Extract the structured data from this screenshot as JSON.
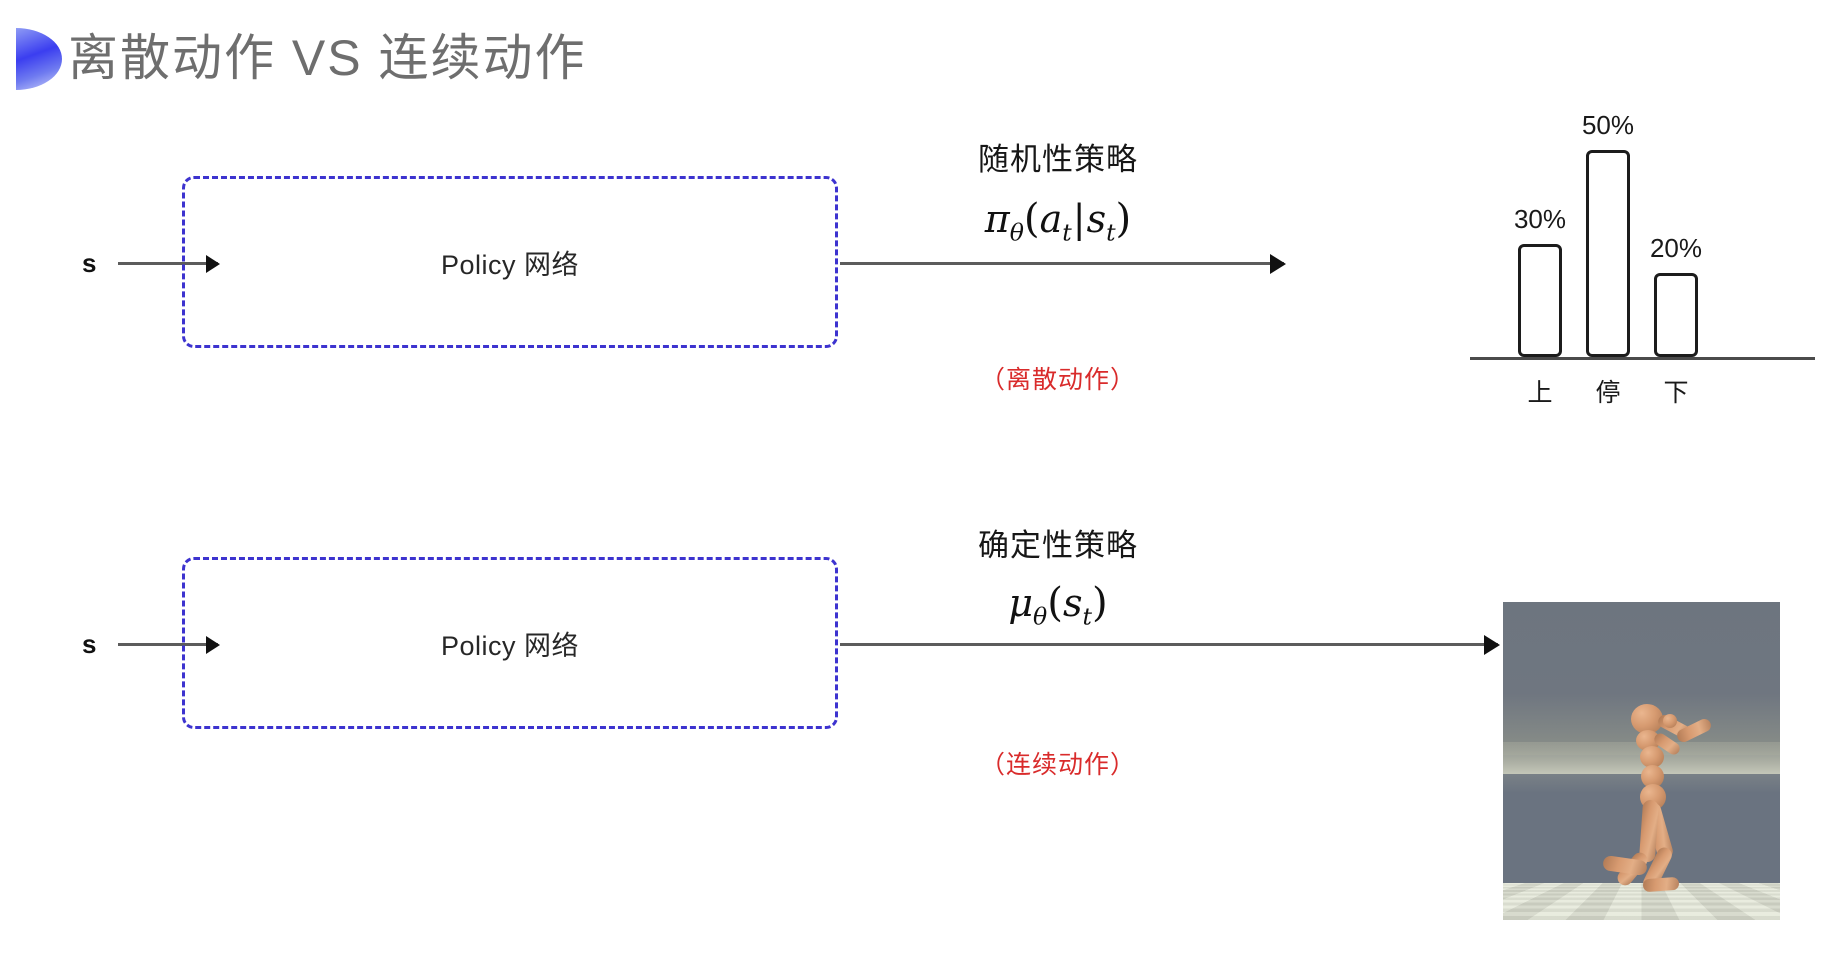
{
  "slide": {
    "title": "离散动作 VS 连续动作",
    "accent_color": "#3b3ef0",
    "title_color": "#6e6e6e",
    "background": "#ffffff"
  },
  "rows": [
    {
      "id": "discrete",
      "input_label": "s",
      "box_label": "Policy 网络",
      "annotation_heading": "随机性策略",
      "formula_plain": "π_θ(a_t|s_t)",
      "formula": {
        "fn": "π",
        "theta": "θ",
        "open": "(",
        "arg": "a",
        "arg_sub": "t",
        "bar": "|",
        "cond": "s",
        "cond_sub": "t",
        "close": ")"
      },
      "note": "（离散动作）",
      "note_color": "#d92b2b",
      "output_kind": "bar-chart"
    },
    {
      "id": "continuous",
      "input_label": "s",
      "box_label": "Policy 网络",
      "annotation_heading": "确定性策略",
      "formula_plain": "μ_θ(s_t)",
      "formula": {
        "fn": "μ",
        "theta": "θ",
        "open": "(",
        "arg": "s",
        "arg_sub": "t",
        "close": ")"
      },
      "note": "（连续动作）",
      "note_color": "#d92b2b",
      "output_kind": "simulation-image",
      "image_caption": "MuJoCo humanoid on checkerboard floor"
    }
  ],
  "chart_data": {
    "type": "bar",
    "title": "",
    "categories": [
      "上",
      "停",
      "下"
    ],
    "values": [
      30,
      50,
      20
    ],
    "value_labels": [
      "30%",
      "50%",
      "20%"
    ],
    "ylabel": "",
    "xlabel": "",
    "ylim": [
      0,
      60
    ],
    "grid": false,
    "legend": "none",
    "bar_fill": "#ffffff",
    "bar_stroke": "#1c1c1c"
  },
  "sim_image": {
    "sky_color": "#6d757f",
    "floor_light": "#e9ecdf",
    "floor_dark": "#111111",
    "body_color": "#d79a70"
  }
}
